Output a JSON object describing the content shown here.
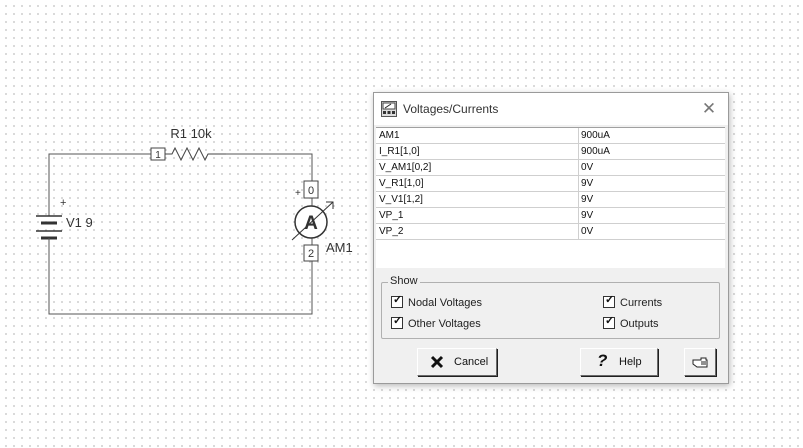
{
  "circuit": {
    "resistor_label": "R1 10k",
    "resistor_pin1": "1",
    "battery_label": "V1 9",
    "battery_plus": "+",
    "ammeter_symbol": "A",
    "ammeter_label": "AM1",
    "ammeter_pin_top": "0",
    "ammeter_pin_bottom": "2",
    "ammeter_plus": "+"
  },
  "dialog": {
    "title": "Voltages/Currents",
    "close_glyph": "✕",
    "rows": [
      {
        "name": "AM1",
        "value": "900uA"
      },
      {
        "name": "I_R1[1,0]",
        "value": "900uA"
      },
      {
        "name": "V_AM1[0,2]",
        "value": "0V"
      },
      {
        "name": "V_R1[1,0]",
        "value": "9V"
      },
      {
        "name": "V_V1[1,2]",
        "value": "9V"
      },
      {
        "name": "VP_1",
        "value": "9V"
      },
      {
        "name": "VP_2",
        "value": "0V"
      }
    ],
    "show": {
      "legend": "Show",
      "nodal_voltages": {
        "label": "Nodal Voltages",
        "checked": true
      },
      "currents": {
        "label": "Currents",
        "checked": true
      },
      "other_voltages": {
        "label": "Other Voltages",
        "checked": true
      },
      "outputs": {
        "label": "Outputs",
        "checked": true
      }
    },
    "buttons": {
      "cancel": "Cancel",
      "help": "Help"
    }
  },
  "colors": {
    "wire": "#555555",
    "cancel_x": "#111111"
  },
  "icons": {
    "app": "voltmeter-app-icon",
    "close": "close-icon",
    "cancel": "x-icon",
    "help": "question-mark-icon",
    "pointer": "hand-pointer-icon"
  }
}
